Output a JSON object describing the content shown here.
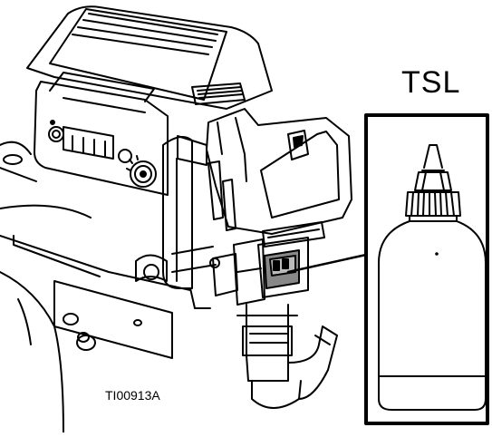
{
  "callout": {
    "label": "TSL"
  },
  "figure": {
    "id": "TI00913A"
  },
  "icons": [
    "paint-sprayer-pump",
    "throat-seal-liquid-bottle",
    "graco-logo"
  ]
}
